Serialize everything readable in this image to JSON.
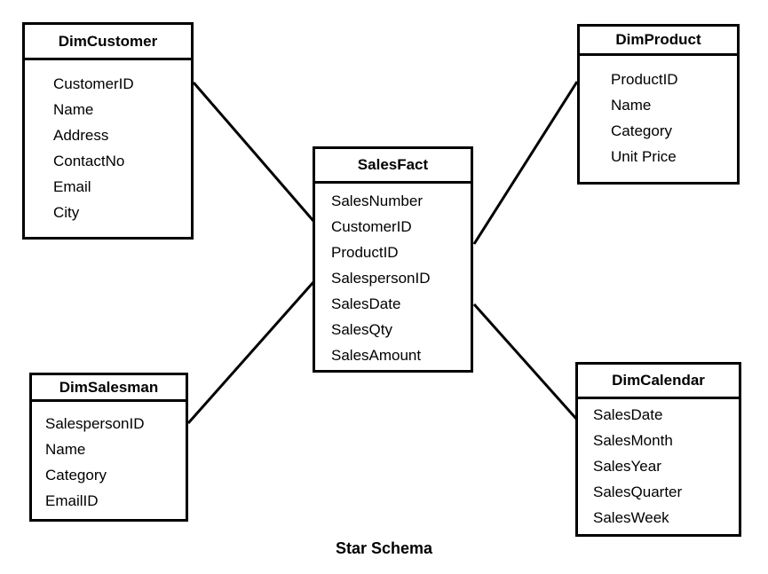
{
  "diagram": {
    "caption": "Star Schema",
    "colors": {
      "background": "#ffffff",
      "border": "#000000",
      "text": "#000000",
      "line": "#000000"
    },
    "tables": [
      {
        "id": "dim-customer",
        "title": "DimCustomer",
        "fields": [
          "CustomerID",
          "Name",
          "Address",
          "ContactNo",
          "Email",
          "City"
        ]
      },
      {
        "id": "dim-product",
        "title": "DimProduct",
        "fields": [
          "ProductID",
          "Name",
          "Category",
          "Unit Price"
        ]
      },
      {
        "id": "sales-fact",
        "title": "SalesFact",
        "fields": [
          "SalesNumber",
          "CustomerID",
          "ProductID",
          "SalespersonID",
          "SalesDate",
          "SalesQty",
          "SalesAmount"
        ]
      },
      {
        "id": "dim-salesman",
        "title": "DimSalesman",
        "fields": [
          "SalespersonID",
          "Name",
          "Category",
          "EmailID"
        ]
      },
      {
        "id": "dim-calendar",
        "title": "DimCalendar",
        "fields": [
          "SalesDate",
          "SalesMonth",
          "SalesYear",
          "SalesQuarter",
          "SalesWeek"
        ]
      }
    ],
    "relationships": [
      {
        "from": "DimCustomer",
        "to": "SalesFact"
      },
      {
        "from": "DimProduct",
        "to": "SalesFact"
      },
      {
        "from": "DimSalesman",
        "to": "SalesFact"
      },
      {
        "from": "DimCalendar",
        "to": "SalesFact"
      }
    ]
  }
}
